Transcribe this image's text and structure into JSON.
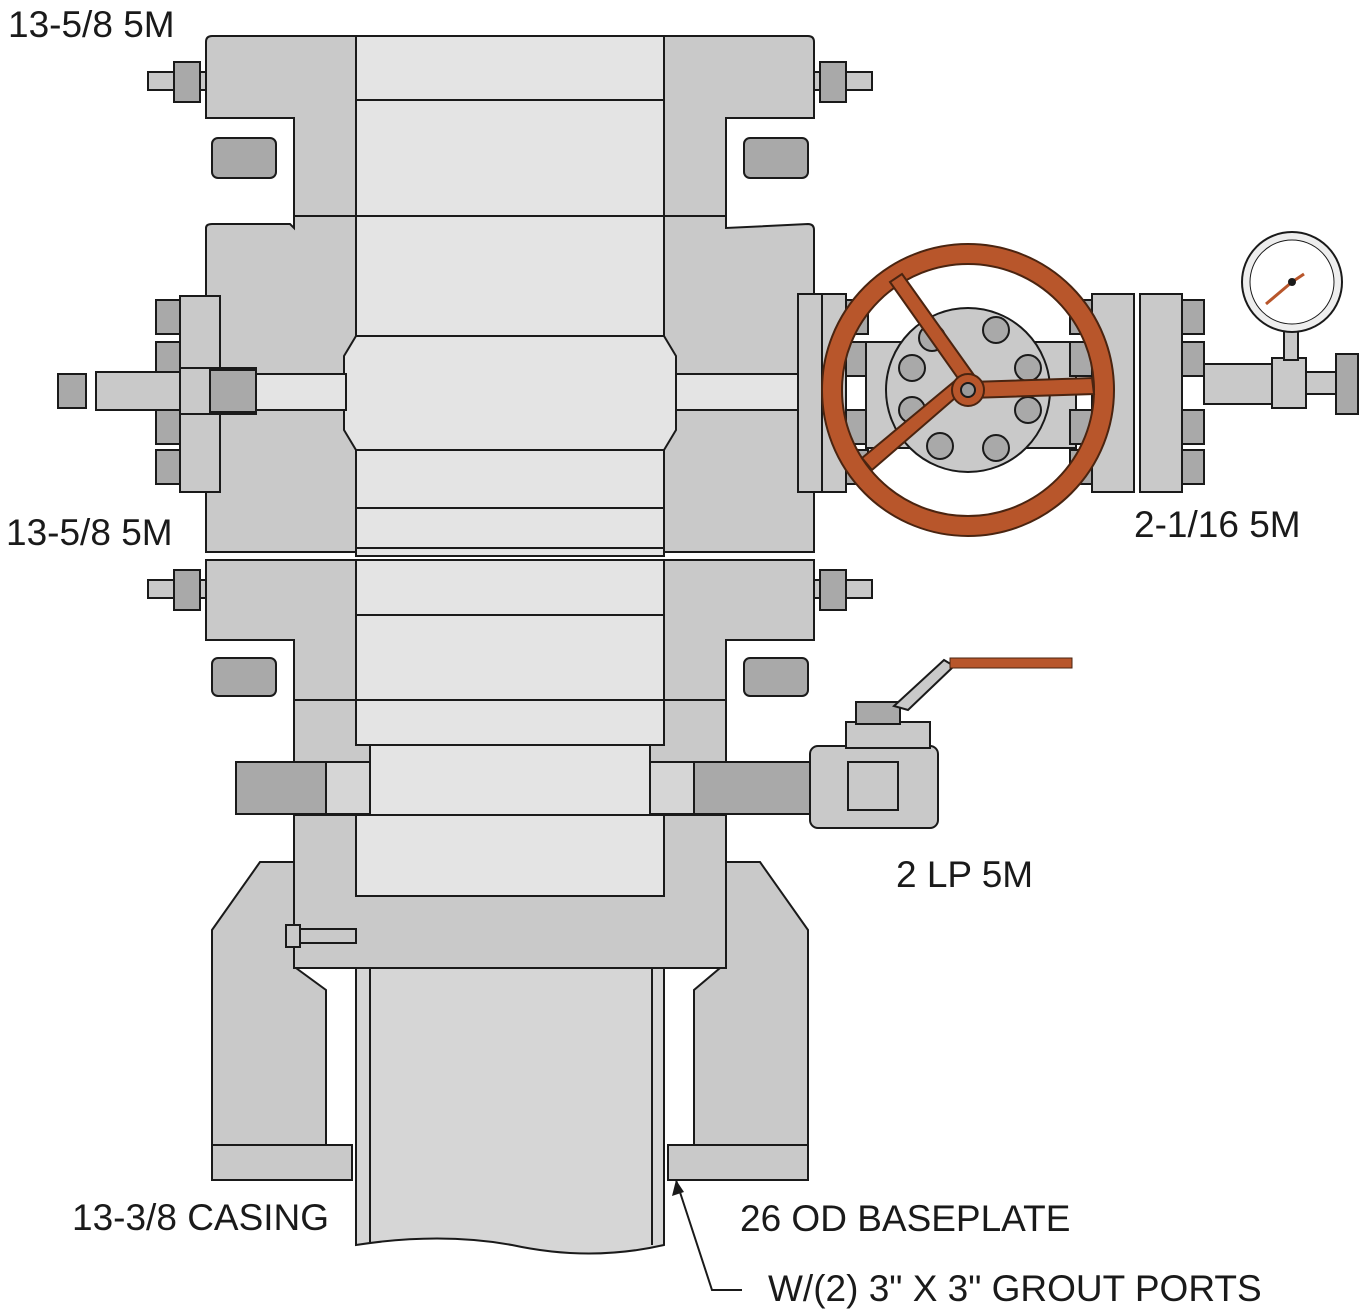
{
  "labels": {
    "top_flange": "13-5/8 5M",
    "mid_flange": "13-5/8 5M",
    "side_valve": "2-1/16 5M",
    "ball_valve": "2 LP 5M",
    "casing": "13-3/8 CASING",
    "baseplate": "26 OD BASEPLATE",
    "grout": "W/(2) 3\" X 3\" GROUT PORTS"
  },
  "colors": {
    "steel": "#c9c9c9",
    "steel_light": "#e4e4e4",
    "handwheel": "#b8562b",
    "outline": "#1a1a1a"
  },
  "icons": {
    "pressure_gauge": "pressure-gauge-icon",
    "handwheel": "handwheel-icon",
    "ball_valve_handle": "lever-handle-icon"
  }
}
